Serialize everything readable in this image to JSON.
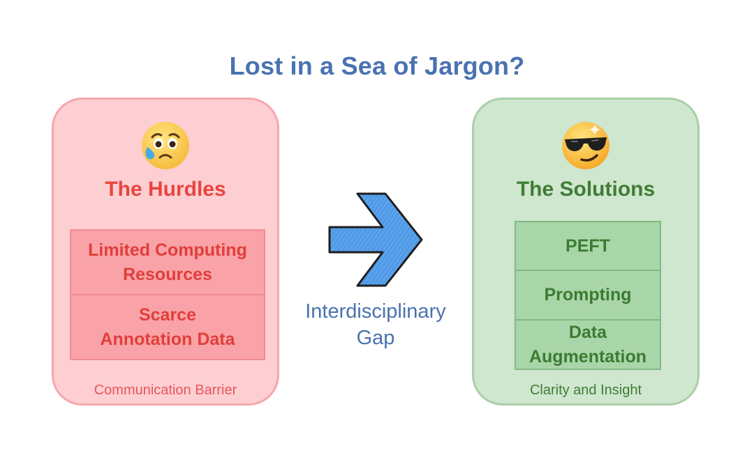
{
  "title": "Lost in a Sea of Jargon?",
  "hurdles": {
    "emoji": "anxious-face-with-sweat-icon",
    "heading": "The Hurdles",
    "items": [
      {
        "line1": "Limited Computing",
        "line2": "Resources"
      },
      {
        "line1": "Scarce",
        "line2": "Annotation Data"
      }
    ],
    "footer": "Communication Barrier",
    "colors": {
      "fill": "#fdcfd2",
      "border": "#f6a6ac",
      "text": "#e8453f",
      "cell": "#f9a2a8"
    }
  },
  "gap": {
    "arrow": "right-arrow-icon",
    "line1": "Interdisciplinary",
    "line2": "Gap",
    "color": "#4a72b0",
    "arrow_color": "#4f98e8"
  },
  "solutions": {
    "emoji": "smiling-face-with-sunglasses-icon",
    "heading": "The Solutions",
    "items": [
      {
        "line1": "PEFT",
        "line2": ""
      },
      {
        "line1": "Prompting",
        "line2": ""
      },
      {
        "line1": "Data",
        "line2": "Augmentation"
      }
    ],
    "footer": "Clarity and Insight",
    "colors": {
      "fill": "#cfe6cf",
      "border": "#a9cfa7",
      "text": "#3f7d34",
      "cell": "#a9d6a8"
    }
  }
}
